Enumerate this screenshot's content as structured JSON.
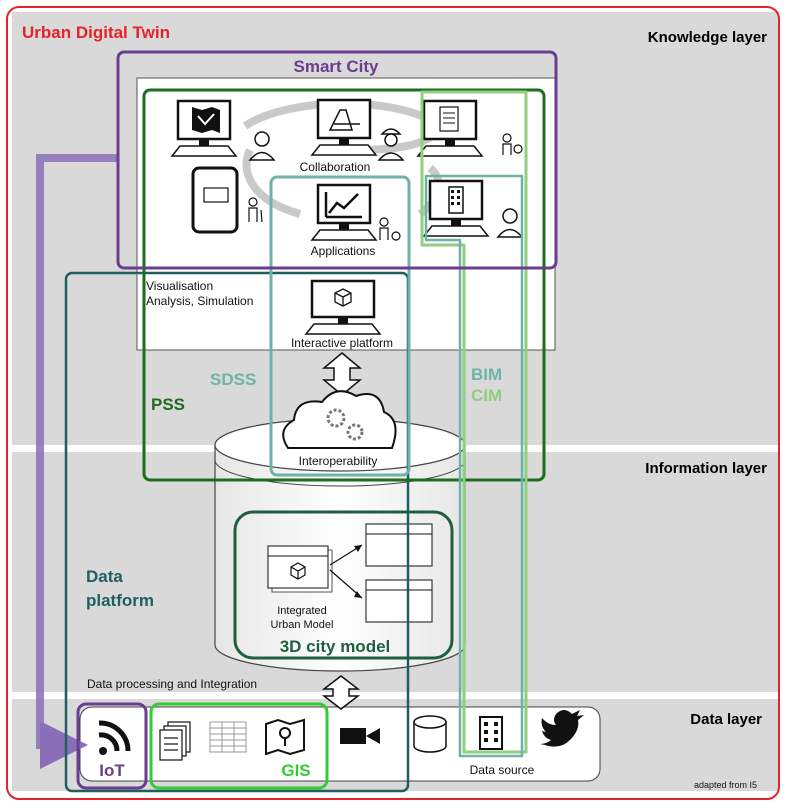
{
  "title": "Urban Digital Twin",
  "layers": {
    "knowledge": "Knowledge layer",
    "information": "Information layer",
    "data": "Data layer"
  },
  "frames": {
    "smart_city": "Smart City",
    "pss": "PSS",
    "sdss": "SDSS",
    "bim": "BIM",
    "cim": "CIM",
    "data_platform_line1": "Data",
    "data_platform_line2": "platform",
    "city_model": "3D city model",
    "iot": "IoT",
    "gis": "GIS"
  },
  "labels": {
    "collaboration": "Collaboration",
    "applications": "Applications",
    "vis_line1": "Visualisation",
    "vis_line2": "Analysis, Simulation",
    "interactive_platform": "Interactive platform",
    "interoperability": "Interoperability",
    "integrated_line1": "Integrated",
    "integrated_line2": "Urban Model",
    "data_processing": "Data processing and Integration",
    "data_source": "Data source",
    "adapted": "adapted from I5"
  },
  "colors": {
    "urban_digital_twin": "#e5212a",
    "smart_city": "#6a3d8f",
    "pss": "#1f6b1f",
    "sdss": "#6fb3a8",
    "bim_cim": "#8fcf7f",
    "data_platform": "#1f5f5f",
    "city_model": "#1f5f3f",
    "gis": "#33cc33",
    "layer_band": "#d9d9d9"
  },
  "icons": [
    "map-icon",
    "user-icon",
    "dam-icon",
    "worker-icon",
    "document-icon",
    "planner-icon",
    "tablet-icon",
    "elderly-icon",
    "chart-icon",
    "building-icon",
    "cube-icon",
    "cloud-gears-icon",
    "rss-icon",
    "documents-icon",
    "table-icon",
    "map-pin-icon",
    "video-camera-icon",
    "database-icon",
    "twitter-bird-icon"
  ]
}
